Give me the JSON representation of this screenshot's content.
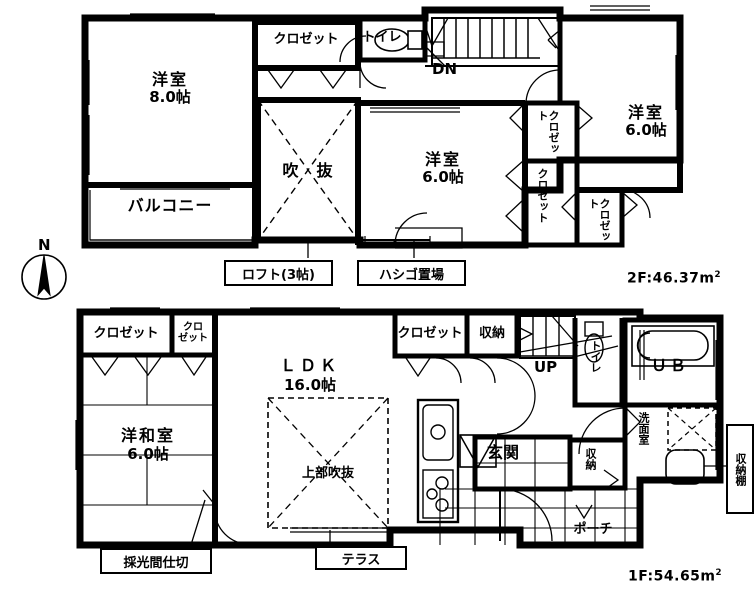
{
  "document": {
    "type": "floor-plan",
    "title": "間取り図",
    "compass": {
      "label": "N",
      "name": "north-compass"
    }
  },
  "floors": [
    {
      "id": "2F",
      "area_label": "2F:46.37m",
      "area_unit": "2",
      "rooms": [
        {
          "name": "洋室",
          "size": "8.0帖"
        },
        {
          "name": "洋室",
          "size": "6.0帖"
        },
        {
          "name": "洋室",
          "size": "6.0帖"
        },
        {
          "name": "バルコニー",
          "size": ""
        },
        {
          "name": "吹　抜",
          "size": ""
        }
      ],
      "closets": [
        "クロゼット",
        "クロゼット",
        "クロゼット",
        "クロゼット"
      ],
      "toilet": "トイレ",
      "stairs_label": "DN",
      "callouts": [
        "ロフト(3帖)",
        "ハシゴ置場"
      ]
    },
    {
      "id": "1F",
      "area_label": "1F:54.65m",
      "area_unit": "2",
      "rooms": [
        {
          "name": "ＬＤＫ",
          "size": "16.0帖"
        },
        {
          "name": "洋和室",
          "size": "6.0帖"
        }
      ],
      "void_label": "上部吹抜",
      "closets": [
        "クロゼット",
        "クロゼット",
        "クロゼット"
      ],
      "storage": [
        "収納",
        "収納"
      ],
      "toilet": "トイレ",
      "bath": "ＵＢ",
      "washroom": "洗面室",
      "entrance": "玄関",
      "porch": "ポーチ",
      "stairs_label": "UP",
      "callouts": [
        "採光間仕切",
        "テラス",
        "収納棚"
      ]
    }
  ],
  "colors": {
    "wall": "#000000",
    "background": "#ffffff",
    "line": "#000000"
  }
}
